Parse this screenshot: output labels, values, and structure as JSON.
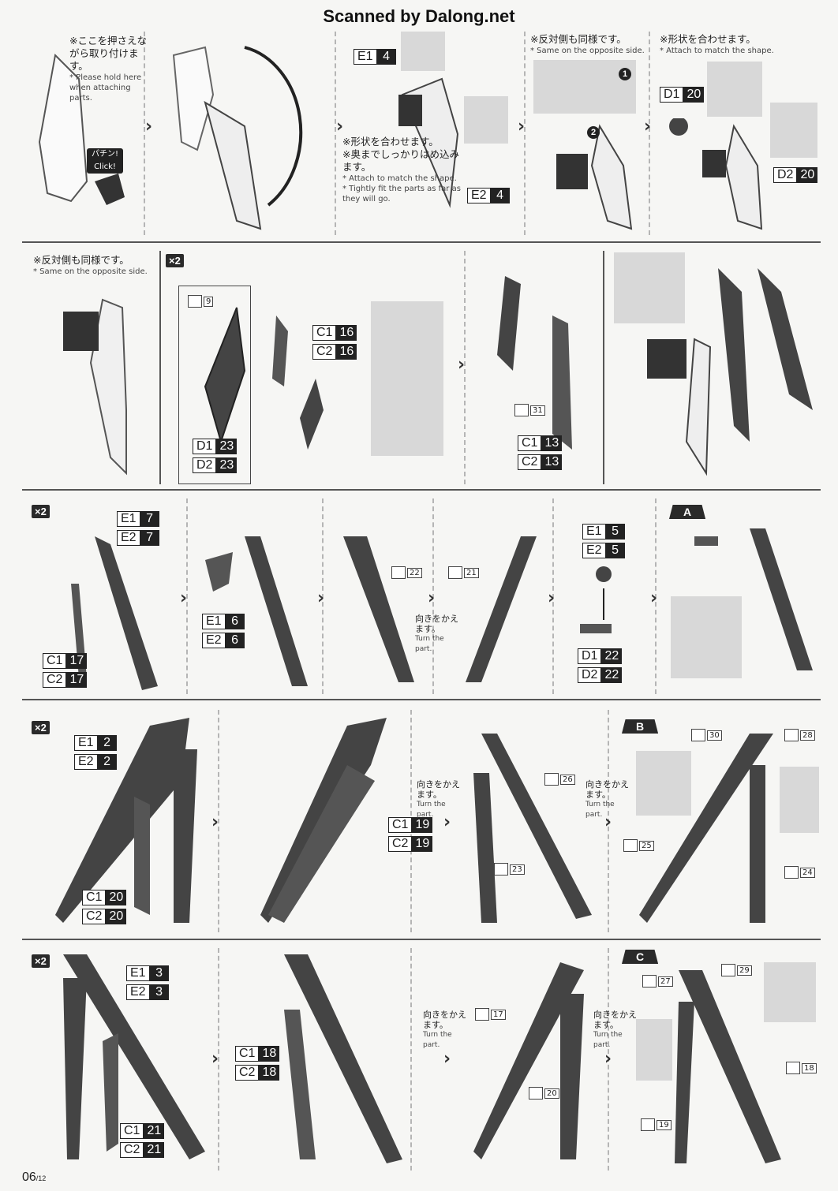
{
  "header": {
    "scan_credit": "Scanned by Dalong.net"
  },
  "row1": {
    "note_hold": {
      "jp": "※ここを押さえながら取り付けます。",
      "en": "* Please hold here when attaching parts."
    },
    "click_label": "パチン! Click!",
    "badge_e1": {
      "part": "E1",
      "num": "4"
    },
    "badge_e2": {
      "part": "E2",
      "num": "4"
    },
    "note_shape": {
      "jp1": "※形状を合わせます。",
      "jp2": "※奥までしっかりはめ込みます。",
      "en1": "* Attach to match the shape.",
      "en2": "* Tightly fit the parts as far as they will go."
    },
    "note_opposite": {
      "jp": "※反対側も同様です。",
      "en": "* Same on the opposite side."
    },
    "note_match": {
      "jp": "※形状を合わせます。",
      "en": "* Attach to match the shape."
    },
    "badge_d1": {
      "part": "D1",
      "num": "20"
    },
    "badge_d2": {
      "part": "D2",
      "num": "20"
    }
  },
  "row2": {
    "note_opposite": {
      "jp": "※反対側も同様です。",
      "en": "* Same on the opposite side."
    },
    "multiplier": "×2",
    "sticker_9": "9",
    "badge_c1": {
      "part": "C1",
      "num": "16"
    },
    "badge_c2": {
      "part": "C2",
      "num": "16"
    },
    "badge_d1": {
      "part": "D1",
      "num": "23"
    },
    "badge_d2": {
      "part": "D2",
      "num": "23"
    },
    "sticker_31": "31",
    "badge_c1b": {
      "part": "C1",
      "num": "13"
    },
    "badge_c2b": {
      "part": "C2",
      "num": "13"
    }
  },
  "row3": {
    "multiplier": "×2",
    "badge_e1": {
      "part": "E1",
      "num": "7"
    },
    "badge_e2": {
      "part": "E2",
      "num": "7"
    },
    "badge_c1": {
      "part": "C1",
      "num": "17"
    },
    "badge_c2": {
      "part": "C2",
      "num": "17"
    },
    "badge_e1b": {
      "part": "E1",
      "num": "6"
    },
    "badge_e2b": {
      "part": "E2",
      "num": "6"
    },
    "sticker_22": "22",
    "sticker_21": "21",
    "turn": {
      "jp": "向きをかえます。",
      "en": "Turn the part."
    },
    "badge_e1c": {
      "part": "E1",
      "num": "5"
    },
    "badge_e2c": {
      "part": "E2",
      "num": "5"
    },
    "badge_d1": {
      "part": "D1",
      "num": "22"
    },
    "badge_d2": {
      "part": "D2",
      "num": "22"
    },
    "label_a": "A"
  },
  "row4": {
    "multiplier": "×2",
    "badge_e1": {
      "part": "E1",
      "num": "2"
    },
    "badge_e2": {
      "part": "E2",
      "num": "2"
    },
    "badge_c1": {
      "part": "C1",
      "num": "20"
    },
    "badge_c2": {
      "part": "C2",
      "num": "20"
    },
    "badge_c1b": {
      "part": "C1",
      "num": "19"
    },
    "badge_c2b": {
      "part": "C2",
      "num": "19"
    },
    "turn": {
      "jp": "向きをかえます。",
      "en": "Turn the part."
    },
    "sticker_26": "26",
    "sticker_23": "23",
    "label_b": "B",
    "sticker_30": "30",
    "sticker_28": "28",
    "sticker_25": "25",
    "sticker_24": "24"
  },
  "row5": {
    "multiplier": "×2",
    "badge_e1": {
      "part": "E1",
      "num": "3"
    },
    "badge_e2": {
      "part": "E2",
      "num": "3"
    },
    "badge_c1": {
      "part": "C1",
      "num": "21"
    },
    "badge_c2": {
      "part": "C2",
      "num": "21"
    },
    "badge_c1b": {
      "part": "C1",
      "num": "18"
    },
    "badge_c2b": {
      "part": "C2",
      "num": "18"
    },
    "turn": {
      "jp": "向きをかえます。",
      "en": "Turn the part."
    },
    "sticker_17": "17",
    "sticker_20": "20",
    "label_c": "C",
    "sticker_27": "27",
    "sticker_29": "29",
    "sticker_18": "18",
    "sticker_19": "19"
  },
  "footer": {
    "page": "06",
    "total": "/12"
  }
}
